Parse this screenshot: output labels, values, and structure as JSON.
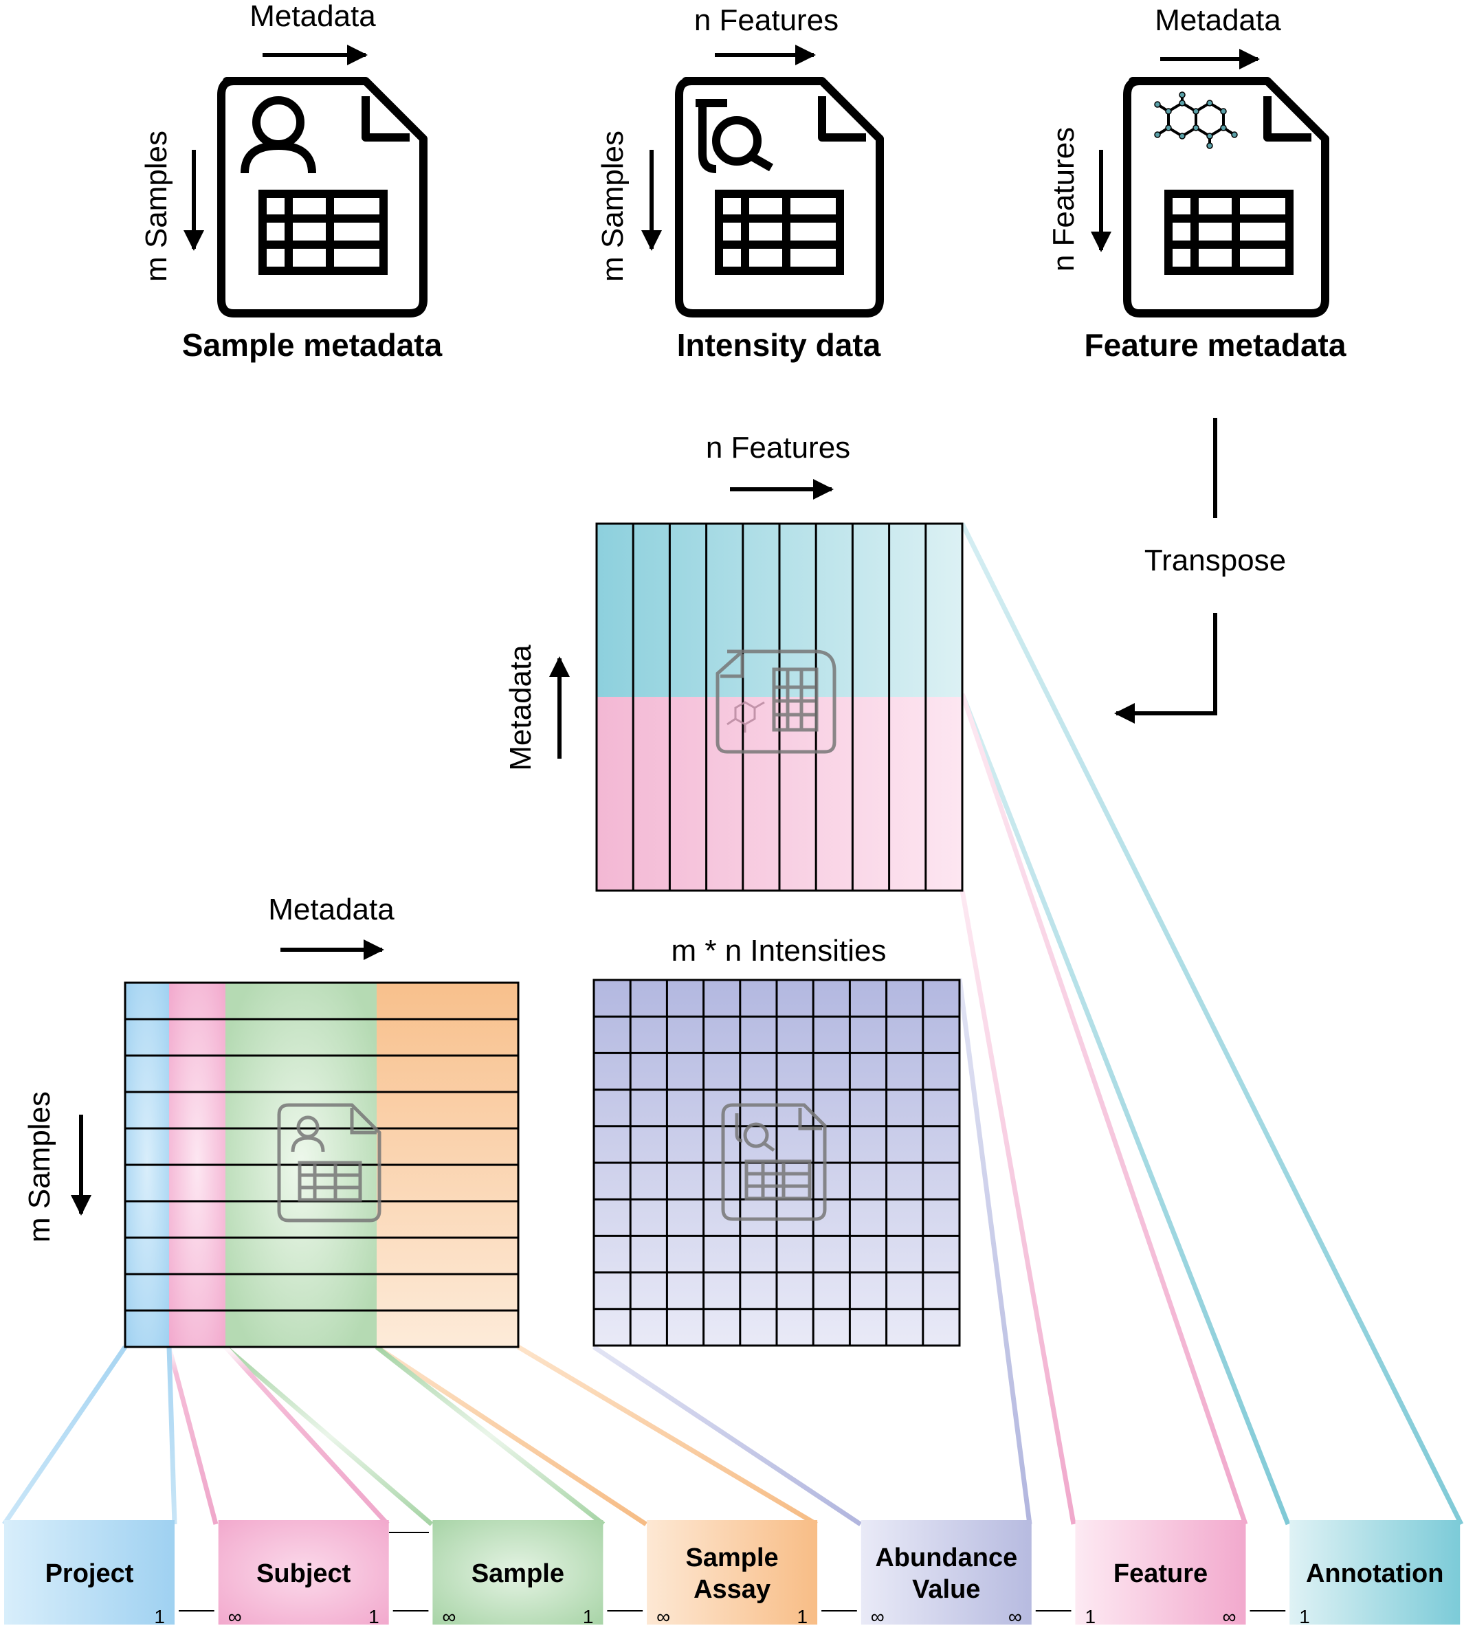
{
  "top_files": [
    {
      "id": "sample",
      "title": "Sample metadata",
      "top_axis": "Metadata",
      "side_axis": "m Samples",
      "icon": "person-icon"
    },
    {
      "id": "intensity",
      "title": "Intensity data",
      "top_axis": "n Features",
      "side_axis": "m Samples",
      "icon": "flask-magnifier-icon"
    },
    {
      "id": "feature",
      "title": "Feature metadata",
      "top_axis": "Metadata",
      "side_axis": "n Features",
      "icon": "molecule-icon"
    }
  ],
  "transpose_label": "Transpose",
  "feature_matrix": {
    "top_axis": "n Features",
    "side_axis": "Metadata",
    "cols": 10,
    "rows": 2
  },
  "intensity_matrix": {
    "label": "m * n Intensities",
    "cols": 10,
    "rows": 10
  },
  "sample_matrix": {
    "top_axis": "Metadata",
    "side_axis": "m Samples",
    "rows": 10
  },
  "entities": [
    {
      "id": "project",
      "label": [
        "Project"
      ],
      "color": "#9fd1f1"
    },
    {
      "id": "subject",
      "label": [
        "Subject"
      ],
      "color": "#f2a9cd"
    },
    {
      "id": "sample",
      "label": [
        "Sample"
      ],
      "color": "#a8d4a7"
    },
    {
      "id": "sample-assay",
      "label": [
        "Sample",
        "Assay"
      ],
      "color": "#f8c08c"
    },
    {
      "id": "abundance-value",
      "label": [
        "Abundance",
        "Value"
      ],
      "color": "#b7bbe0"
    },
    {
      "id": "feature",
      "label": [
        "Feature"
      ],
      "color": "#f2a9cd"
    },
    {
      "id": "annotation",
      "label": [
        "Annotation"
      ],
      "color": "#7ccbd8"
    }
  ],
  "relations": [
    {
      "from": "project",
      "to": "subject",
      "left": "1",
      "right": "∞"
    },
    {
      "from": "subject",
      "to": "sample",
      "left": "1",
      "right": "∞"
    },
    {
      "from": "sample",
      "to": "sample-assay",
      "left": "1",
      "right": "∞"
    },
    {
      "from": "sample-assay",
      "to": "abundance-value",
      "left": "1",
      "right": "∞"
    },
    {
      "from": "abundance-value",
      "to": "feature",
      "left": "∞",
      "right": "1"
    },
    {
      "from": "feature",
      "to": "annotation",
      "left": "∞",
      "right": "1"
    }
  ]
}
